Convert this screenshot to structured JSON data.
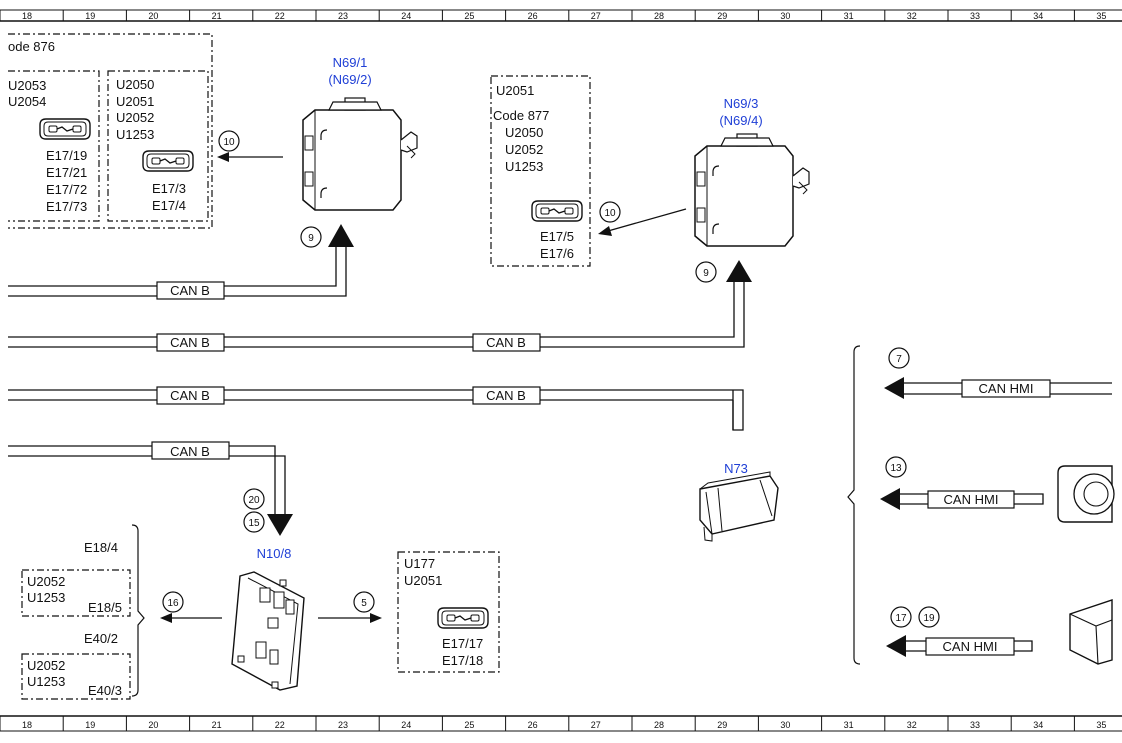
{
  "ruler": {
    "columns": [
      "18",
      "19",
      "20",
      "21",
      "22",
      "23",
      "24",
      "25",
      "26",
      "27",
      "28",
      "29",
      "30",
      "31",
      "32",
      "33",
      "34",
      "35"
    ]
  },
  "modules": {
    "n69_1": {
      "name": "N69/1",
      "alt": "(N69/2)"
    },
    "n69_3": {
      "name": "N69/3",
      "alt": "(N69/4)"
    },
    "n73": {
      "name": "N73"
    },
    "n10_8": {
      "name": "N10/8"
    }
  },
  "groups": {
    "code876": {
      "title": "ode 876",
      "left_codes": [
        "U2053",
        "U2054"
      ],
      "left_fuses": [
        "E17/19",
        "E17/21",
        "E17/72",
        "E17/73"
      ],
      "right_codes": [
        "U2050",
        "U2051",
        "U2052",
        "U1253"
      ],
      "right_fuses": [
        "E17/3",
        "E17/4"
      ]
    },
    "code877": {
      "top": "U2051",
      "title": "Code 877",
      "codes": [
        "U2050",
        "U2052",
        "U1253"
      ],
      "fuses": [
        "E17/5",
        "E17/6"
      ]
    },
    "n10_left": {
      "fuse_a": "E18/4",
      "box1_codes": [
        "U2052",
        "U1253"
      ],
      "box1_fuse": "E18/5",
      "fuse_b": "E40/2",
      "box2_codes": [
        "U2052",
        "U1253"
      ],
      "box2_fuse": "E40/3"
    },
    "n10_right": {
      "codes": [
        "U177",
        "U2051"
      ],
      "fuses": [
        "E17/17",
        "E17/18"
      ]
    }
  },
  "buses": {
    "can_b": "CAN B",
    "can_hmi": "CAN HMI"
  },
  "callouts": {
    "c10a": "10",
    "c9a": "9",
    "c10b": "10",
    "c9b": "9",
    "c20": "20",
    "c15": "15",
    "c16": "16",
    "c5": "5",
    "c7": "7",
    "c13": "13",
    "c17": "17",
    "c19": "19"
  },
  "icons": [
    "control-unit-icon",
    "fuse-icon",
    "fuse-box-icon",
    "socket-icon",
    "arrow-icon"
  ],
  "colors": {
    "module_label": "#1f3fd6",
    "line": "#111111"
  }
}
